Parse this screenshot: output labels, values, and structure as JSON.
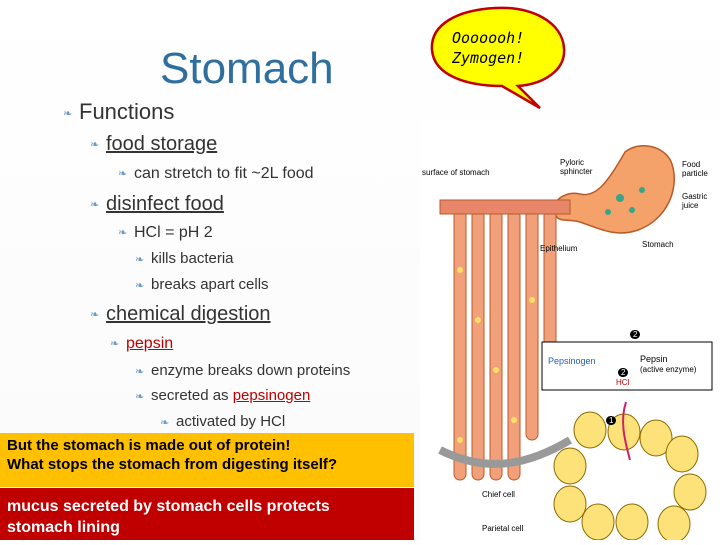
{
  "title": "Stomach",
  "bubble": {
    "line1": "Ooooooh!",
    "line2": "Zymogen!"
  },
  "outline": {
    "functions": "Functions",
    "food_storage": "food storage",
    "can_stretch": "can stretch to fit ~2L food",
    "disinfect": "disinfect food",
    "hcl": "HCl = pH 2",
    "kills": "kills bacteria",
    "breaks": "breaks apart cells",
    "chemical": "chemical digestion",
    "pepsin": "pepsin",
    "enzyme": "enzyme breaks down proteins",
    "secreted_as": "secreted as ",
    "pepsinogen": "pepsinogen",
    "activated": "activated by HCl"
  },
  "question_box": {
    "line1": "But the stomach is made out of protein!",
    "line2": "What stops the stomach from digesting itself?"
  },
  "answer_box": {
    "line1": "mucus secreted by stomach cells protects",
    "line2": "stomach lining"
  },
  "diagram": {
    "surface": "surface of stomach",
    "pyloric1": "Pyloric",
    "pyloric2": "sphincter",
    "food1": "Food",
    "food2": "particle",
    "gastric1": "Gastric",
    "gastric2": "juice",
    "epithelium": "Epithelium",
    "stomach": "Stomach",
    "pepsinogen": "Pepsinogen",
    "pepsin1": "Pepsin",
    "pepsin2": "(active enzyme)",
    "hcl": "HCl",
    "step2a": "2",
    "step2b": "2",
    "step1": "1",
    "chief": "Chief cell",
    "parietal": "Parietal cell"
  },
  "colors": {
    "title": "#2f6f9f",
    "question_bg": "#ffc000",
    "answer_bg": "#c00000",
    "bubble": "#ffff00"
  }
}
